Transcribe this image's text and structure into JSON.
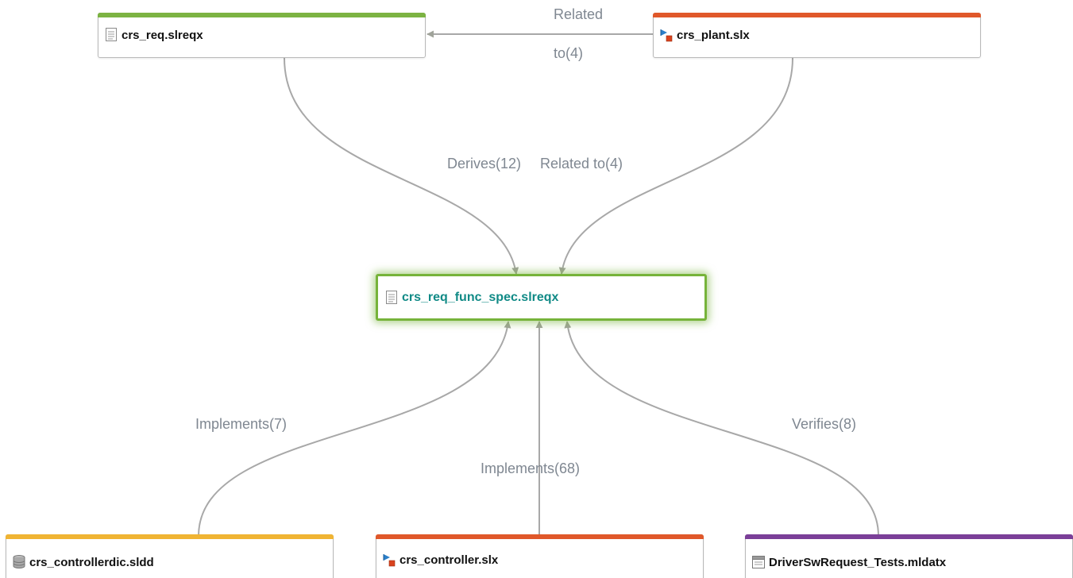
{
  "colors": {
    "requirement_bar": "#7cb342",
    "model_bar": "#e0582a",
    "dictionary_bar": "#f0b433",
    "test_bar": "#7b3f98",
    "selected_text": "#108a86",
    "edge": "#a8a8a8",
    "edge_label": "#7f8791"
  },
  "nodes": {
    "crs_req": {
      "label": "crs_req.slreqx",
      "icon": "requirement-doc-icon"
    },
    "crs_plant": {
      "label": "crs_plant.slx",
      "icon": "simulink-model-icon"
    },
    "func_spec": {
      "label": "crs_req_func_spec.slreqx",
      "icon": "requirement-doc-icon"
    },
    "controllerdic": {
      "label": "crs_controllerdic.sldd",
      "icon": "data-dictionary-icon"
    },
    "controller": {
      "label": "crs_controller.slx",
      "icon": "simulink-model-icon"
    },
    "tests": {
      "label": "DriverSwRequest_Tests.mldatx",
      "icon": "test-file-icon"
    }
  },
  "edges": {
    "plant_to_req_line1": "Related",
    "plant_to_req_line2": "to(4)",
    "derives": "Derives(12)",
    "related_to": "Related to(4)",
    "implements_dic": "Implements(7)",
    "implements_ctrl": "Implements(68)",
    "verifies": "Verifies(8)"
  }
}
